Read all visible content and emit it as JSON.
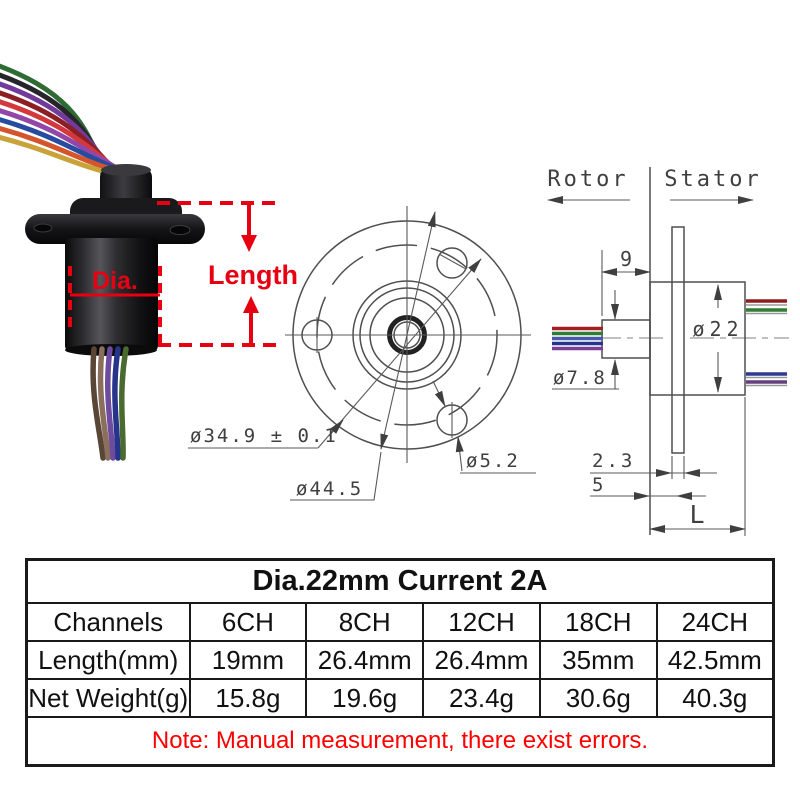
{
  "photo": {
    "dia_label": "Dia.",
    "length_label": "Length"
  },
  "front_view": {
    "dim_flange": "ø34.9 ± 0.1",
    "dim_bolt_circle": "ø44.5",
    "dim_hole": "ø5.2"
  },
  "side_view": {
    "rotor_label": "Rotor",
    "stator_label": "Stator",
    "dim_rotor_boss": "9",
    "dim_body_diameter": "ø22",
    "dim_shaft_diameter": "ø7.8",
    "dim_flange_thickness": "2.3",
    "dim_flange_offset": "5",
    "dim_length": "L"
  },
  "table": {
    "title": "Dia.22mm Current 2A",
    "rows": [
      {
        "label": "Channels",
        "values": [
          "6CH",
          "8CH",
          "12CH",
          "18CH",
          "24CH"
        ]
      },
      {
        "label": "Length(mm)",
        "values": [
          "19mm",
          "26.4mm",
          "26.4mm",
          "35mm",
          "42.5mm"
        ]
      },
      {
        "label": "Net Weight(g)",
        "values": [
          "15.8g",
          "19.6g",
          "23.4g",
          "30.6g",
          "40.3g"
        ]
      }
    ],
    "note": "Note: Manual measurement, there exist errors."
  },
  "colors": {
    "annotation_red": "#e60012",
    "note_red": "#ff0000",
    "cad_line": "#4f4f4f",
    "table_border": "#1a1a1a"
  }
}
